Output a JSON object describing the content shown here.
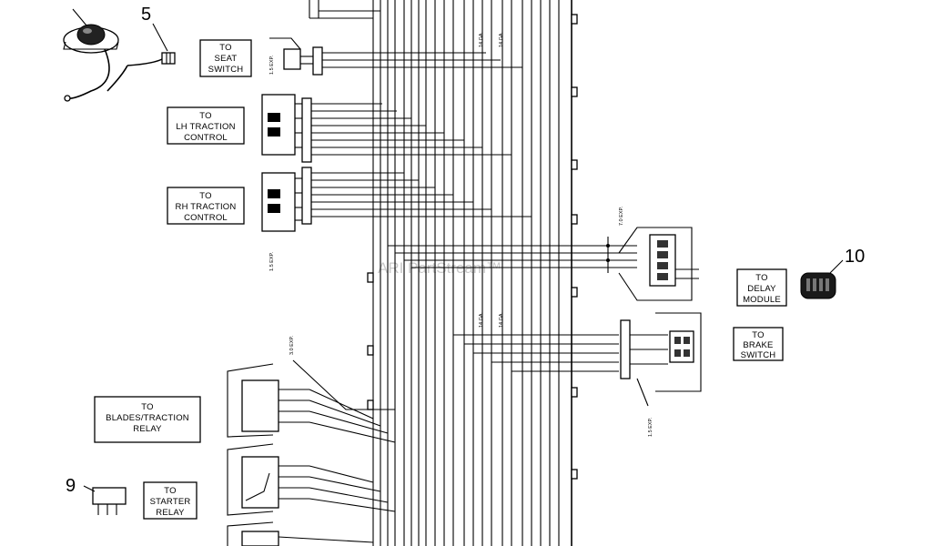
{
  "callouts": {
    "c5": "5",
    "c9": "9",
    "c10": "10"
  },
  "labels": {
    "seat_switch": [
      "TO",
      "SEAT",
      "SWITCH"
    ],
    "lh_traction": [
      "TO",
      "LH TRACTION",
      "CONTROL"
    ],
    "rh_traction": [
      "TO",
      "RH TRACTION",
      "CONTROL"
    ],
    "delay_module": [
      "TO",
      "DELAY",
      "MODULE"
    ],
    "brake_switch": [
      "TO",
      "BRAKE",
      "SWITCH"
    ],
    "blades_relay": [
      "TO",
      "BLADES/TRACTION",
      "RELAY"
    ],
    "starter_relay": [
      "TO",
      "STARTER",
      "RELAY"
    ]
  },
  "wire_notes": {
    "exp_15_a": "1.5 EXP.",
    "exp_15_b": "1.5 EXP.",
    "exp_30": "3.0 EXP.",
    "exp_70": "7.0 EXP.",
    "exp_15_c": "1.5 EXP.",
    "ga_14": "14 GA."
  },
  "watermark": "ARI PartStream™"
}
